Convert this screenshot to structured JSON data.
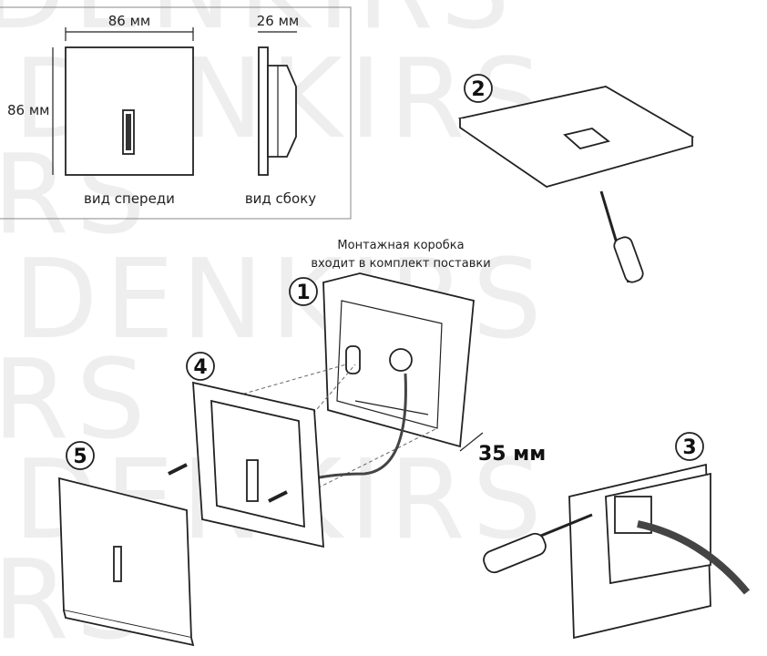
{
  "watermark": "DENKIRS",
  "dimensions": {
    "front_width": "86 мм",
    "side_depth": "26 мм",
    "front_height": "86 мм",
    "front_view_label": "вид спереди",
    "side_view_label": "вид сбоку"
  },
  "box_note": {
    "line1": "Монтажная коробка",
    "line2": "входит в комплект поставки"
  },
  "box_depth": "35 мм",
  "steps": [
    "1",
    "2",
    "3",
    "4",
    "5"
  ]
}
